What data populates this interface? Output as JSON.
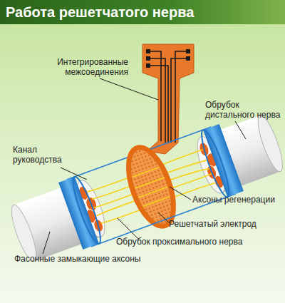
{
  "diagram": {
    "title": "Работа решетчатого нерва",
    "labels": [
      "Интегрированные межсоединения",
      "Обрубок дистального нерва",
      "Канал руководства",
      "Аксоны регенерации",
      "Решетчатый электрод",
      "Обрубок проксимального нерва",
      "Фасонные замыкающие аксоны"
    ]
  }
}
